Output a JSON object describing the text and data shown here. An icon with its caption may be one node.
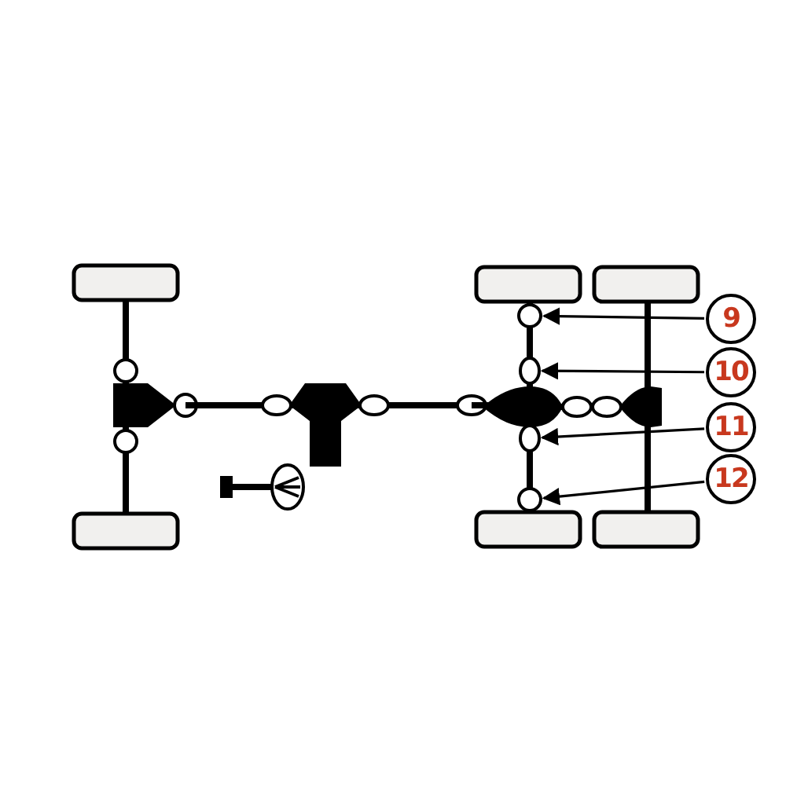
{
  "diagram": {
    "nodes": [
      {
        "text": [
          "9"
        ]
      },
      {
        "text": [
          "10"
        ]
      },
      {
        "text": [
          "11"
        ]
      },
      {
        "text": [
          "12"
        ]
      },
      {
        "text": [],
        "shape": "circle"
      },
      {
        "text": [],
        "shape": "circle"
      },
      {
        "text": [],
        "shape": "circle"
      },
      {
        "text": [],
        "shape": "circle"
      }
    ],
    "edges": [
      {
        "from": 0,
        "to": 4,
        "arrow": "to"
      },
      {
        "from": 1,
        "to": 5,
        "arrow": "to"
      },
      {
        "from": 2,
        "to": 6,
        "arrow": "to"
      },
      {
        "from": 3,
        "to": 7,
        "arrow": "to"
      }
    ]
  }
}
